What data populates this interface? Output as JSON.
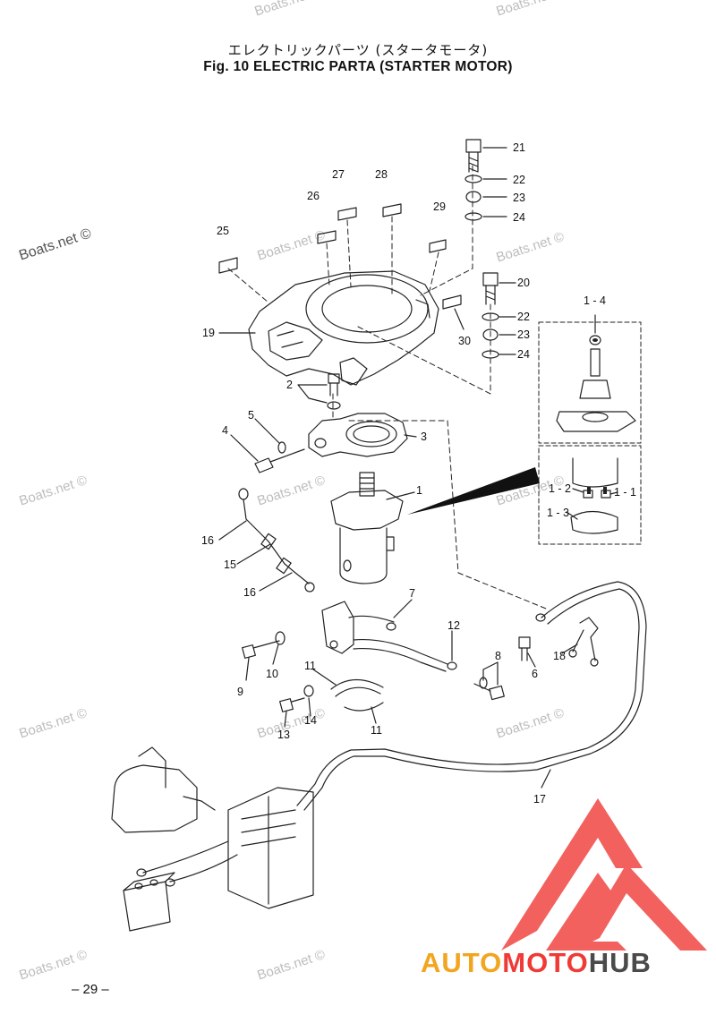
{
  "header": {
    "title_jp": "エレクトリックパーツ (スタータモータ)",
    "title_en": "Fig. 10   ELECTRIC PARTA (STARTER MOTOR)"
  },
  "page_number": "– 29 –",
  "watermark": {
    "text": "Boats.net ©"
  },
  "logo": {
    "part1": "AUTO",
    "part2": "MOTO",
    "part3": "HUB",
    "colors": {
      "auto": "#f2a51f",
      "moto": "#ef3a36",
      "hub": "#4a4a4a",
      "triangle": "#ef3a36"
    }
  },
  "callouts": {
    "c1": "1",
    "c1_2": "1 - 2",
    "c1_3": "1 - 3",
    "c1_4": "1 - 4",
    "c1_1": "1 - 1",
    "c2": "2",
    "c3": "3",
    "c4": "4",
    "c5": "5",
    "c6": "6",
    "c7": "7",
    "c8": "8",
    "c9": "9",
    "c10": "10",
    "c11a": "11",
    "c11b": "11",
    "c12": "12",
    "c13": "13",
    "c14": "14",
    "c15": "15",
    "c16a": "16",
    "c16b": "16",
    "c17": "17",
    "c18": "18",
    "c19": "19",
    "c20": "20",
    "c21": "21",
    "c22a": "22",
    "c22b": "22",
    "c23a": "23",
    "c23b": "23",
    "c24a": "24",
    "c24b": "24",
    "c25": "25",
    "c26": "26",
    "c27": "27",
    "c28": "28",
    "c29": "29",
    "c30": "30"
  }
}
